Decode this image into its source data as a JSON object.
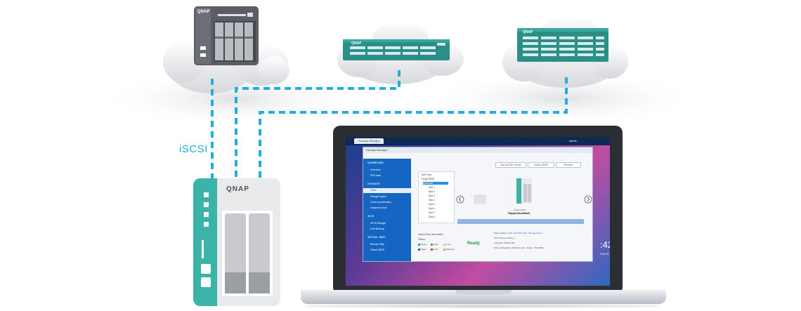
{
  "diagram": {
    "connection_label": "iSCSI",
    "nas_logo": "QNAP",
    "server_logos": [
      "QNAP",
      "QNAP",
      "QNAP"
    ],
    "colors": {
      "link": "#24aee0",
      "cloud": "#e6e7ea",
      "rack_server": "#2a8f86",
      "tower_nas": "#5a5d63",
      "nas_accent": "#3bb3a7"
    }
  },
  "laptop_screen": {
    "app_tab": "Storage Manager",
    "window_title": "Storage Manager",
    "user": "admin",
    "clock": ":42",
    "clock_date": "Feb 22",
    "sidebar": {
      "groups": [
        "DASHBOARD",
        "STORAGE",
        "iSCSI",
        "VIRTUAL JBOD"
      ],
      "items": [
        "Overview",
        "RTB data",
        "Disks",
        "Storage Space",
        "Cache Acceleration",
        "Snapshot Vault",
        "iSCSI Storage",
        "LUN Backup",
        "Remote Disk",
        "Virtual JBOD"
      ]
    },
    "toolbar": {
      "set_button": "Set as SSD Cache",
      "virtual_button": "Virtual JBOD",
      "recover_button": "Recover"
    },
    "tree": [
      "NAS Host",
      "Virtual JBOD",
      "Enclosure",
      "Disk 1",
      "Disk 2",
      "Disk 3",
      "Disk 4",
      "Disk 5",
      "Disk 6",
      "Disk 7",
      "Disk 8"
    ],
    "device": {
      "type": "Virtual JBOD",
      "name": "RippleSmallNAS"
    },
    "status_label": "Virtual Disk Information",
    "status_sub": "Status:",
    "status": "Ready",
    "info_lines": [
      "Disk Location:",
      "iSCSI Name: Ghazi_jt",
      "Total Size: 900.00 GB",
      "Disk Configuration: RAID Group1 , Single , TOSHIBA"
    ],
    "info_link": "NAS: 192.168.1.100 , Storage Pool 1",
    "legend": [
      "Cache",
      "Data",
      "Free",
      "Spare",
      "Error",
      "Warning"
    ],
    "legend_colors": [
      "#3b82d9",
      "#3aa655",
      "#c7c7c7",
      "#3f5f9a",
      "#d93b3b",
      "#f3a622"
    ]
  }
}
